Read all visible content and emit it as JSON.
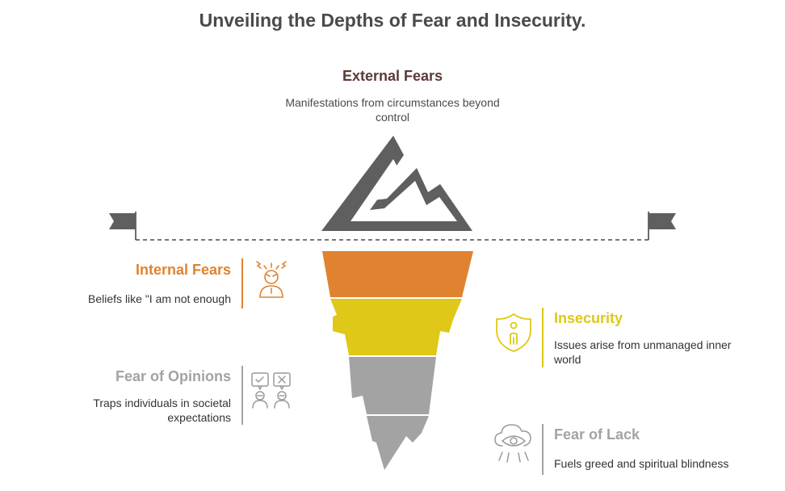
{
  "title": "Unveiling the Depths of Fear and Insecurity.",
  "top": {
    "heading": "External Fears",
    "description": "Manifestations from circumstances beyond control"
  },
  "layers": [
    {
      "heading": "Internal Fears",
      "description": "Beliefs like \"I am not enough",
      "color": "#e08330",
      "icon": "stressed-person-icon"
    },
    {
      "heading": "Insecurity",
      "description": "Issues arise from unmanaged inner world",
      "color": "#dfc817",
      "icon": "shield-person-icon"
    },
    {
      "heading": "Fear of Opinions",
      "description": "Traps individuals in societal expectations",
      "color": "#a0a0a0",
      "icon": "judging-people-icon"
    },
    {
      "heading": "Fear of Lack",
      "description": "Fuels greed and spiritual blindness",
      "color": "#9a9a9a",
      "icon": "cloud-eye-icon"
    }
  ],
  "colors": {
    "mountain": "#5f5f5f",
    "waterline": "#4a4a4a",
    "heading_dark": "#5b3a36",
    "orange": "#e08330",
    "yellow": "#dfc817",
    "gray": "#a3a3a3"
  }
}
